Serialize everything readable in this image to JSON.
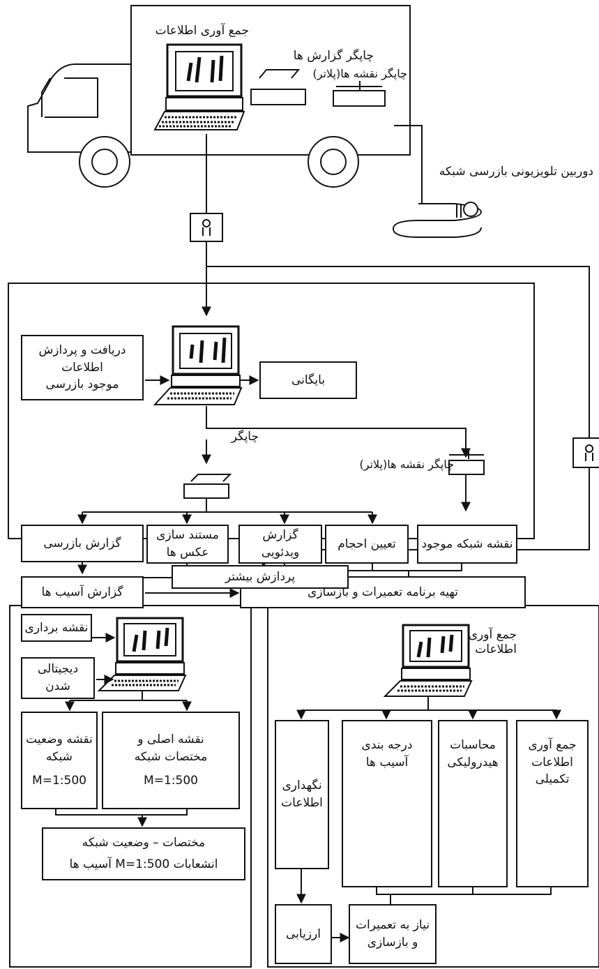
{
  "truck": {
    "collect_label": "جمع آوری اطلاعات",
    "report_printer": "چاپگر گزارش ها",
    "plotter": "چاپگر نقشه ها(پلاتر)",
    "camera": "دوربین تلویزیونی بازرسی شبکه"
  },
  "office": {
    "input_box": [
      "دریافت و پردازش",
      "اطلاعات",
      "موجود بازرسی"
    ],
    "archive": "بایگانی",
    "printer": "چاپگر",
    "plotter": "چاپگر نقشه ها(پلاتر)",
    "outputs": {
      "inspection_report": "گزارش بازرسی",
      "photo_doc": [
        "مستند سازی",
        "عکس ها"
      ],
      "video_report": [
        "گزارش",
        "ویدئویی"
      ],
      "volumes": "تعیین احجام",
      "network_map": "نقشه شبکه موجود"
    },
    "damage_report": "گزارش آسیب ها",
    "repair_plan": "تهیه برنامه تعمیرات و بازسازی"
  },
  "further": "پردازش بیشتر",
  "left_panel": {
    "surveying": "نقشه برداری",
    "digitizing": [
      "دیجیتالی",
      "شدن"
    ],
    "status_map": [
      "نقشه وضعیت",
      "شبکه",
      "M=1:500"
    ],
    "main_map": [
      "نقشه اصلی و",
      "مختصات شبکه",
      "M=1:500"
    ],
    "combined": [
      "مختصات – وضعیت شبکه",
      "انشعابات  M=1:500 آسیب ها"
    ]
  },
  "right_panel": {
    "collect": [
      "جمع آوری",
      "اطلاعات"
    ],
    "maintenance": [
      "نگهداری",
      "اطلاعات"
    ],
    "grading": [
      "درجه بندی",
      "آسیب ها"
    ],
    "hydraulic": [
      "محاسبات",
      "هیدرولیکی"
    ],
    "supplementary": [
      "جمع آوری",
      "اطلاعات",
      "تکمیلی"
    ],
    "evaluation": "ارزیابی",
    "repair_need": [
      "نیاز به تعمیرات",
      "و بازسازی"
    ]
  }
}
